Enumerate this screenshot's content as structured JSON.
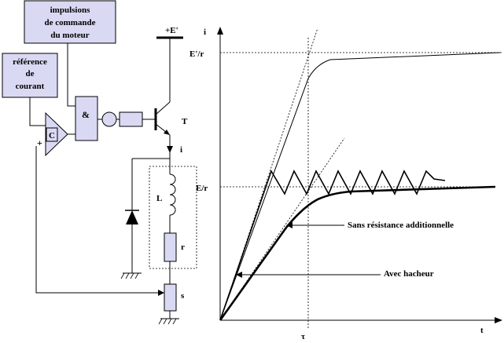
{
  "circuit": {
    "motor_pulses_label": [
      "impulsions",
      "de commande",
      "du moteur"
    ],
    "current_reference_label": [
      "référence",
      "de",
      "courant"
    ],
    "comparator_label": "C",
    "and_gate_label": "&",
    "minus_sign": "-",
    "plus_sign": "+",
    "supply_label": "+E'",
    "transistor_label": "T",
    "current_label": "i",
    "inductor_label": "L",
    "resistor_label": "r",
    "shunt_label": "s"
  },
  "graph": {
    "y_axis_label": "i",
    "x_axis_label": "t",
    "tau_label": "τ",
    "level_high_label": "E'/r",
    "level_low_label": "E/r",
    "annotation_no_resistor": "Sans résistance additionnelle",
    "annotation_chopper": "Avec hacheur"
  },
  "colors": {
    "box_fill": "#d9d9f3",
    "stroke": "#000000"
  }
}
